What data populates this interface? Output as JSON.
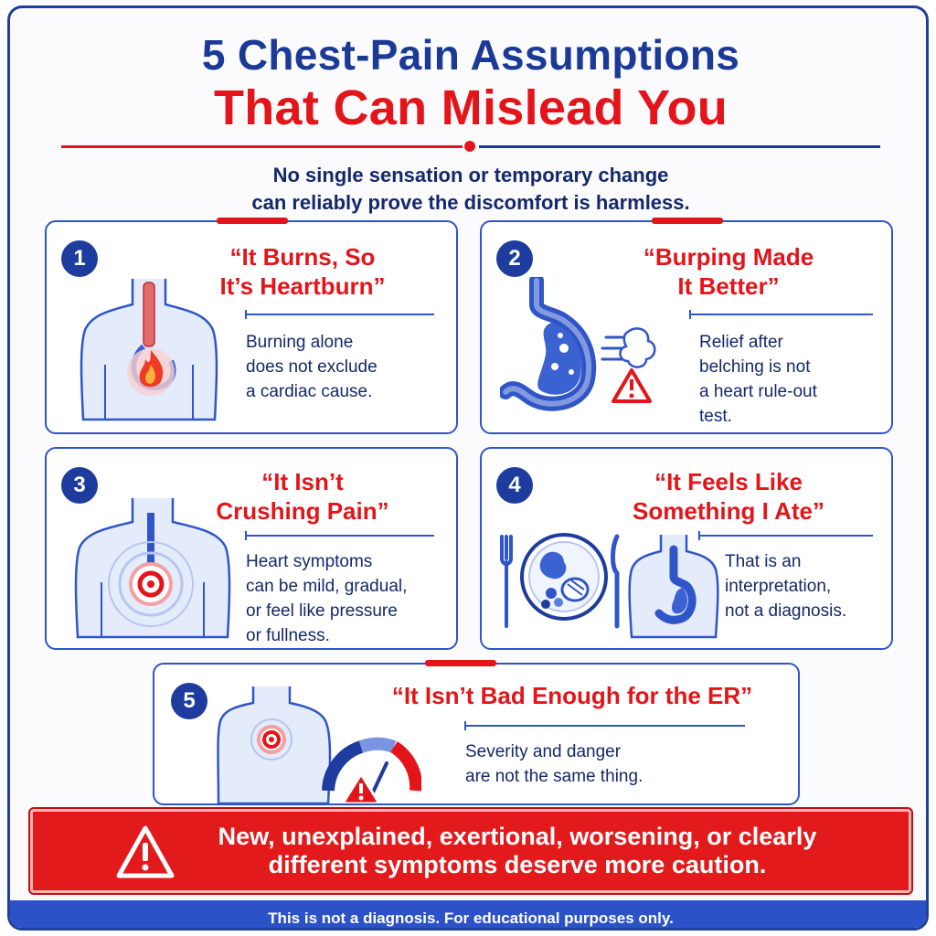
{
  "header": {
    "title_line1": "5 Chest-Pain Assumptions",
    "title_line2": "That Can Mislead You",
    "subtitle_line1": "No single sensation or temporary change",
    "subtitle_line2": "can reliably prove the discomfort is harmless."
  },
  "cards": [
    {
      "number": "1",
      "title_line1": "“It Burns, So",
      "title_line2": "It’s Heartburn”",
      "text_lines": [
        "Burning alone",
        "does not exclude",
        "a cardiac cause."
      ],
      "icon": "torso-flame-icon"
    },
    {
      "number": "2",
      "title_line1": "“Burping Made",
      "title_line2": "It Better”",
      "text_lines": [
        "Relief after",
        "belching is not",
        "a heart rule-out",
        "test."
      ],
      "icon": "stomach-warning-icon"
    },
    {
      "number": "3",
      "title_line1": "“It Isn’t",
      "title_line2": "Crushing Pain”",
      "text_lines": [
        "Heart symptoms",
        "can be mild, gradual,",
        "or feel like pressure",
        "or fullness."
      ],
      "icon": "torso-target-icon"
    },
    {
      "number": "4",
      "title_line1": "“It Feels Like",
      "title_line2": "Something I Ate”",
      "text_lines": [
        "That is an",
        "interpretation,",
        "not a diagnosis."
      ],
      "icon": "meal-plate-icon"
    },
    {
      "number": "5",
      "title_line1": "“It Isn’t Bad Enough for the ER”",
      "text_lines": [
        "Severity and danger",
        "are not the same thing."
      ],
      "icon": "gauge-warning-icon"
    }
  ],
  "alert": {
    "line1": "New, unexplained, exertional, worsening, or clearly",
    "line2": "different symptoms deserve more caution.",
    "icon": "warning-triangle-icon"
  },
  "footer": {
    "text": "This is not a diagnosis. For educational purposes only."
  },
  "colors": {
    "navy": "#1b3a97",
    "red": "#e3151a",
    "blue": "#2f55c9",
    "light_blue": "#dce5fa"
  }
}
